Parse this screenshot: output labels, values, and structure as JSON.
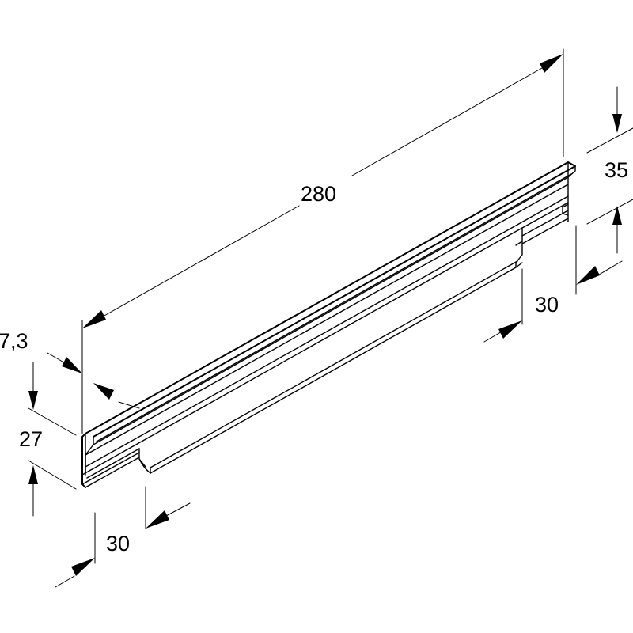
{
  "drawing": {
    "dimensions": {
      "length": "280",
      "height_right": "35",
      "offset_right": "30",
      "height_left": "27",
      "flange": "7,3",
      "offset_left": "30"
    }
  }
}
